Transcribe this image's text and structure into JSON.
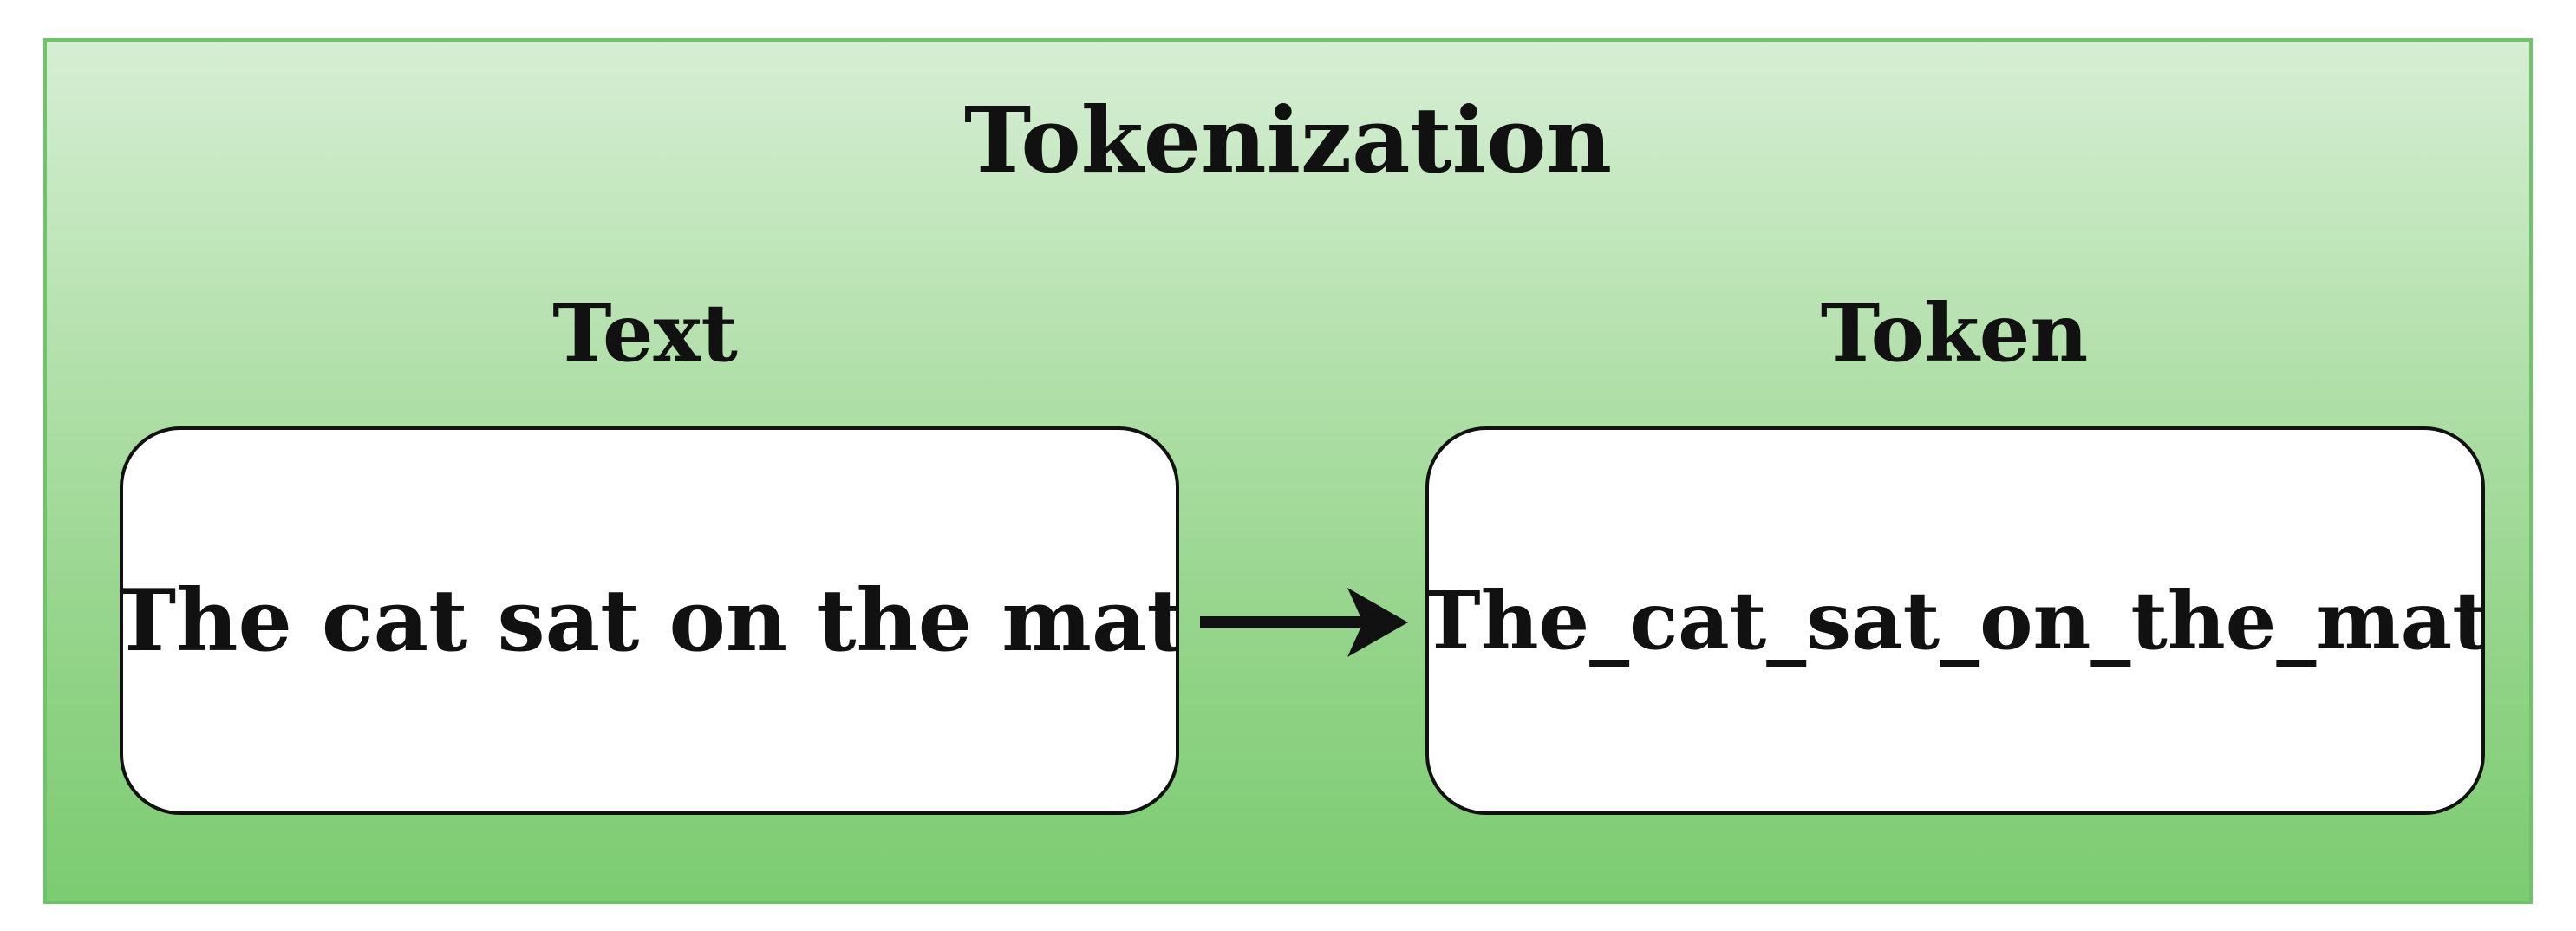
{
  "diagram": {
    "title": "Tokenization",
    "left_label": "Text",
    "right_label": "Token",
    "input_text": "The cat sat on the mat",
    "output_text": "The_cat_sat_on_the_mat",
    "colors": {
      "panel_top": "#d6eed4",
      "panel_bottom": "#7ccc72",
      "panel_border": "#6fc46a",
      "box_fill": "#ffffff",
      "ink": "#111111"
    },
    "connector_icon": "right-arrow-icon"
  }
}
